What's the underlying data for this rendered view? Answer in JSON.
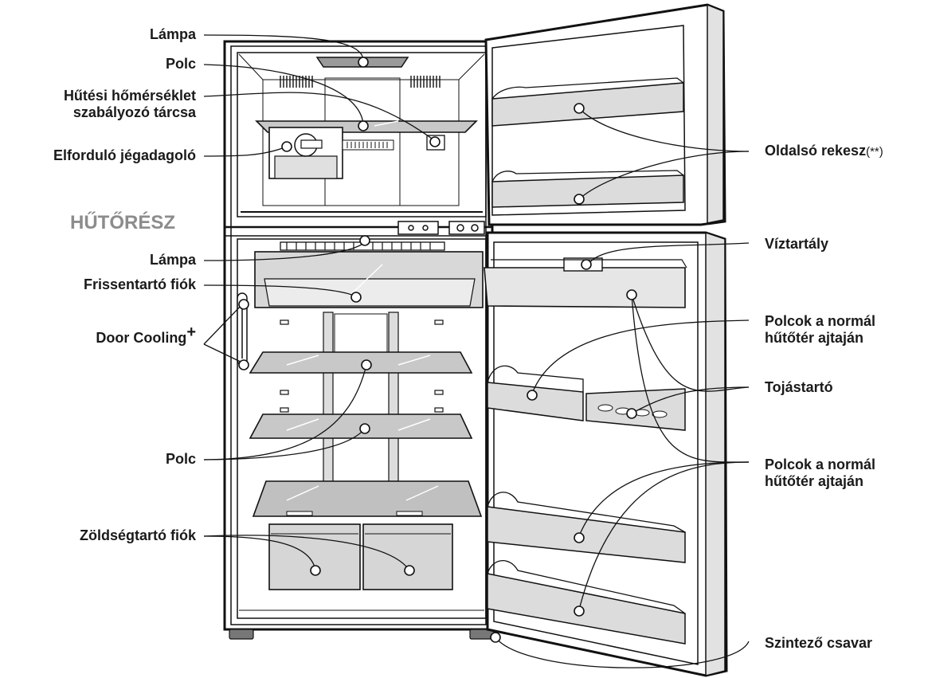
{
  "section_title": "HŰTŐRÉSZ",
  "labels": {
    "lampa_top": "Lámpa",
    "polc_top": "Polc",
    "temp_dial_line1": "Hűtési hőmérséklet",
    "temp_dial_line2": "szabályozó tárcsa",
    "ice_dispenser": "Elforduló jégadagoló",
    "lampa_fridge": "Lámpa",
    "fresh_drawer": "Frissentartó fiók",
    "door_cooling": "Door Cooling",
    "door_cooling_sup": "+",
    "polc_fridge": "Polc",
    "veg_drawer": "Zöldségtartó fiók",
    "side_bin": "Oldalsó rekesz",
    "side_bin_mark": "(**)",
    "water_tank": "Víztartály",
    "door_shelves_1_line1": "Polcok a normál",
    "door_shelves_1_line2": "hűtőtér ajtaján",
    "egg_tray": "Tojástartó",
    "door_shelves_2_line1": "Polcok a normál",
    "door_shelves_2_line2": "hűtőtér ajtaján",
    "leveling_screw": "Szintező csavar"
  },
  "colors": {
    "outline": "#111111",
    "section_title": "#8c8c8c",
    "glass": "#c8c8c8",
    "drawer": "#d6d6d6"
  }
}
